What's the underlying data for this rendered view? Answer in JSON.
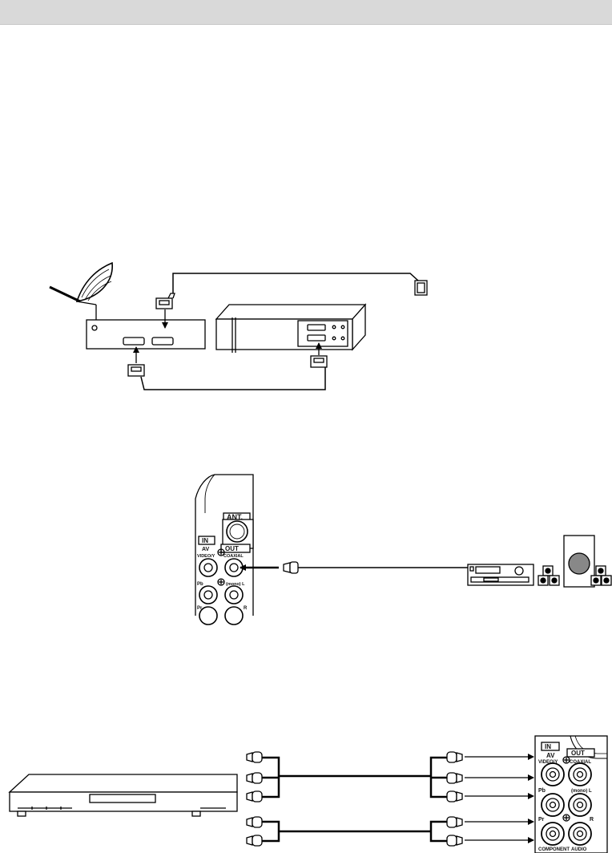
{
  "figure1": {},
  "figure2": {
    "ant_label": "ANT.",
    "in_label": "IN",
    "out_label": "OUT",
    "av_label": "AV",
    "video_label": "VIDEO/Y",
    "coaxial_label": "COAXIAL",
    "pb_label": "Pb",
    "audio_l_label": "(mono) L",
    "pr_label": "Pr",
    "r_label": "R"
  },
  "figure3": {
    "in_label": "IN",
    "out_label": "OUT",
    "av_label": "AV",
    "video_label": "VIDEO/Y",
    "coaxial_label": "COAXIAL",
    "pb_label": "Pb",
    "audio_l_label": "(mono) L",
    "pr_label": "Pr",
    "r_label": "R",
    "component_label": "COMPONENT",
    "audio_label": "AUDIO"
  }
}
